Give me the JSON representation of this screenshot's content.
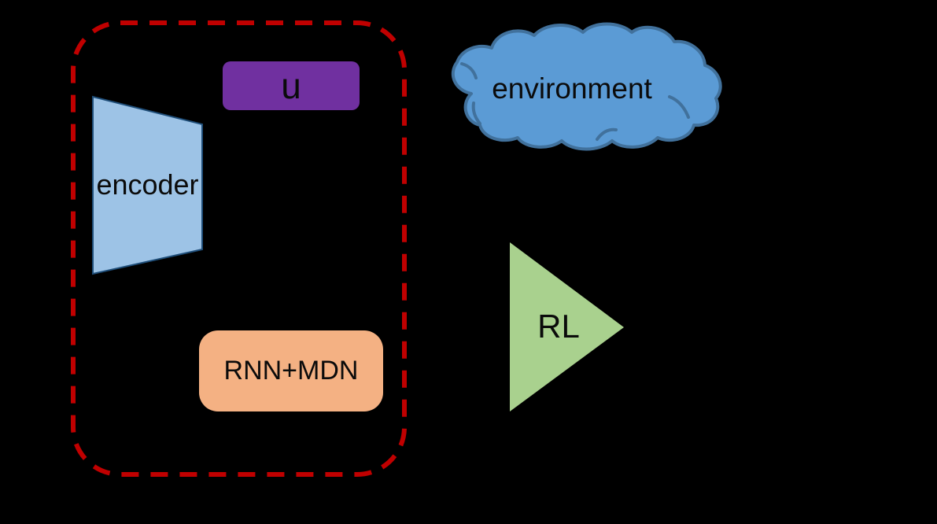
{
  "canvas": {
    "background": "#000000"
  },
  "diagram": {
    "title": "world-model reinforcement learning agent diagram",
    "agent_boundary": {
      "shape": "rounded-rect-dashed",
      "color": "#C00000"
    },
    "nodes": {
      "encoder": {
        "label": "encoder",
        "shape": "trapezoid",
        "fill": "#9DC3E6",
        "stroke": "#1F4E79"
      },
      "action": {
        "label": "u",
        "shape": "rounded-rect",
        "fill": "#7030A0"
      },
      "world_model": {
        "label": "RNN+MDN",
        "shape": "rounded-rect",
        "fill": "#F4B183"
      },
      "environment": {
        "label": "environment",
        "shape": "cloud",
        "fill": "#5B9BD5",
        "stroke": "#41719C"
      },
      "policy": {
        "label": "RL",
        "shape": "triangle",
        "fill": "#A9D18E"
      }
    }
  }
}
